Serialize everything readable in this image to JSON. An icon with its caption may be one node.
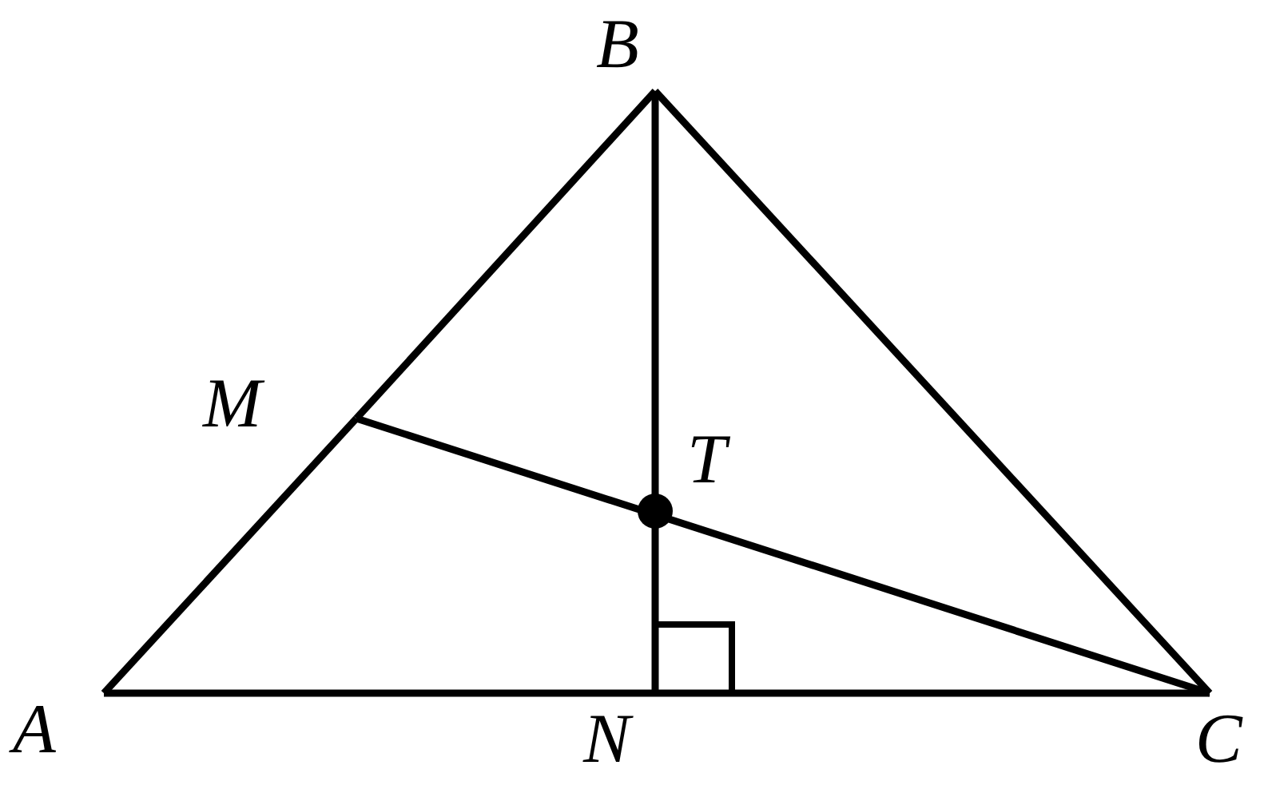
{
  "diagram": {
    "nodes": [
      {
        "text": [
          "B"
        ]
      },
      {
        "text": [
          "M"
        ]
      },
      {
        "text": [
          "T"
        ]
      },
      {
        "text": [
          "A"
        ]
      },
      {
        "text": [
          "N"
        ]
      },
      {
        "text": [
          "C"
        ]
      }
    ],
    "edges": [
      {
        "from": 3,
        "to": 1,
        "arrow": "none"
      },
      {
        "from": 1,
        "to": 0,
        "arrow": "none"
      },
      {
        "from": 0,
        "to": 5,
        "arrow": "none"
      },
      {
        "from": 3,
        "to": 4,
        "arrow": "none"
      },
      {
        "from": 4,
        "to": 5,
        "arrow": "none"
      },
      {
        "from": 0,
        "to": 4,
        "arrow": "none"
      },
      {
        "from": 1,
        "to": 5,
        "arrow": "none"
      }
    ]
  }
}
